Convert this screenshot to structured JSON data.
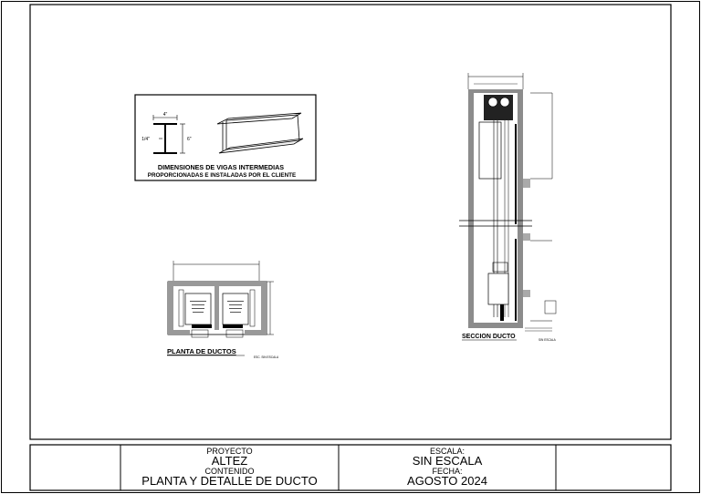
{
  "beam_detail": {
    "dim_top": "4\"",
    "dim_side_left": "1/4\"",
    "dim_side_right": "6\"",
    "title_line1": "DIMENSIONES DE  VIGAS INTERMEDIAS",
    "title_line2": "PROPORCIONADAS E INSTALADAS POR EL CLIENTE"
  },
  "plan": {
    "title": "PLANTA  DE DUCTOS",
    "scale_note": "ESC. SIN ESCALA"
  },
  "section": {
    "title": "SECCION  DUCTO",
    "scale_note": "SIN ESCALA"
  },
  "title_block": {
    "project_label": "PROYECTO",
    "project_value": "ALTEZ",
    "content_label": "CONTENIDO",
    "content_value": "PLANTA Y DETALLE DE DUCTO",
    "scale_label": "ESCALA:",
    "scale_value": "SIN ESCALA",
    "date_label": "FECHA:",
    "date_value": "AGOSTO 2024"
  }
}
